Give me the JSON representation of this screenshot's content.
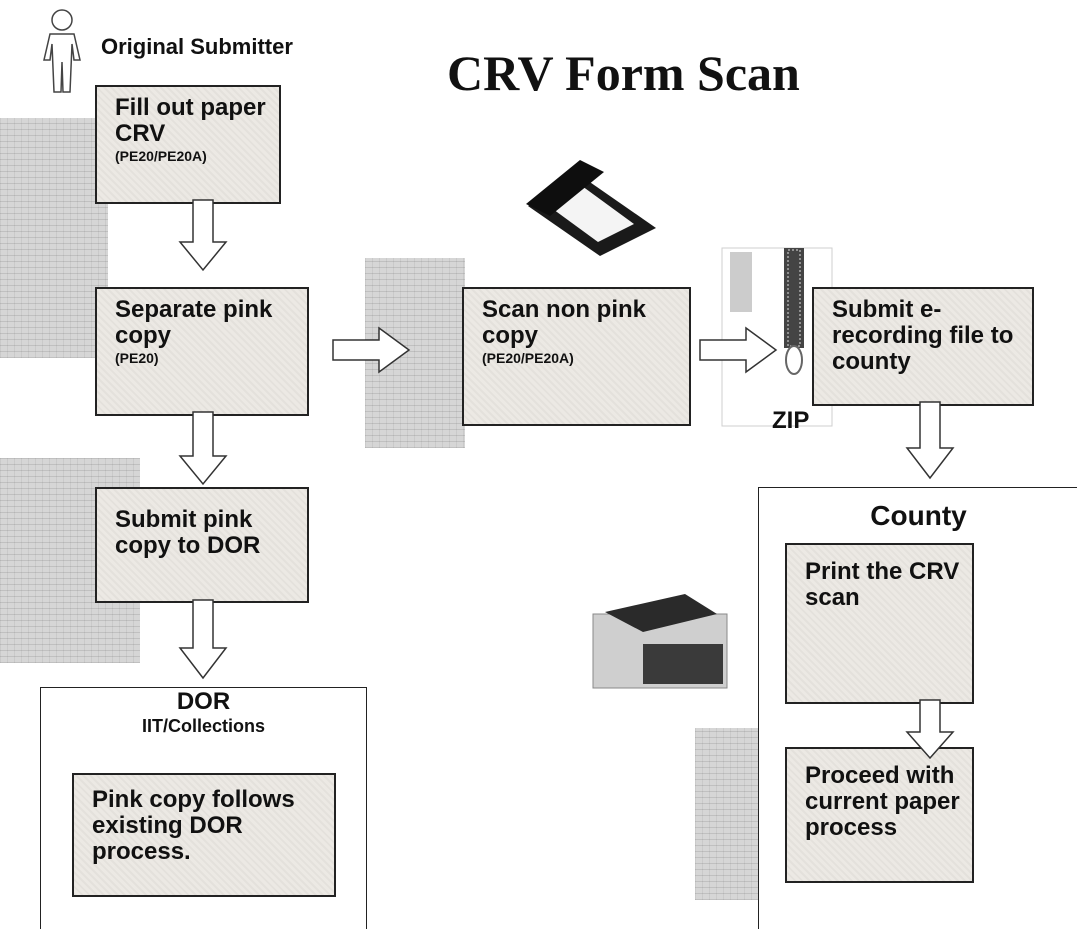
{
  "title": "CRV Form Scan",
  "actor": {
    "label": "Original Submitter",
    "icon": "person-icon"
  },
  "boxes": {
    "fill_out": {
      "text": "Fill out paper CRV",
      "sub": "(PE20/PE20A)"
    },
    "separate": {
      "text": "Separate pink copy",
      "sub": "(PE20)"
    },
    "submit_pink": {
      "text": "Submit pink copy to DOR"
    },
    "scan": {
      "text": "Scan non pink copy",
      "sub": "(PE20/PE20A)"
    },
    "submit_erec": {
      "text": "Submit e-recording file to county"
    },
    "print": {
      "text": "Print the CRV scan"
    },
    "proceed": {
      "text": "Proceed with current paper process"
    },
    "pink_follows": {
      "text": "Pink copy follows existing DOR process."
    }
  },
  "dor_panel": {
    "title": "DOR",
    "subtitle": "IIT/Collections"
  },
  "county_panel": {
    "title": "County"
  },
  "zip_label": "ZIP",
  "colors": {
    "box_fill": "#ece9e4",
    "border": "#222222",
    "arrow_fill": "#ffffff"
  }
}
